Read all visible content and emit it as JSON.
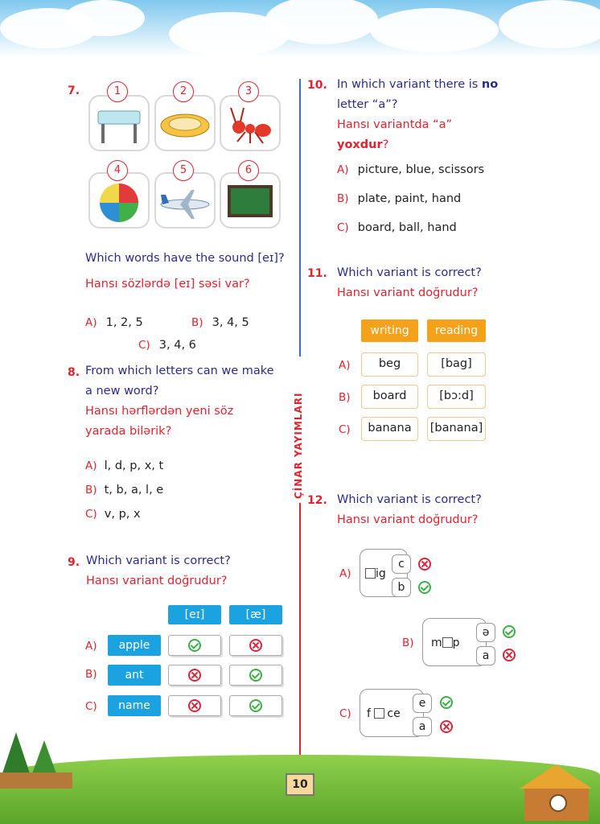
{
  "q7": {
    "number": "7.",
    "pictures": [
      {
        "num": "1",
        "icon": "table-icon"
      },
      {
        "num": "2",
        "icon": "plate-icon"
      },
      {
        "num": "3",
        "icon": "ant-icon"
      },
      {
        "num": "4",
        "icon": "ball-icon"
      },
      {
        "num": "5",
        "icon": "plane-icon"
      },
      {
        "num": "6",
        "icon": "board-icon"
      }
    ],
    "question_en": "Which words have the sound [eɪ]?",
    "question_az": "Hansı sözlərdə [eɪ] səsi var?",
    "options": [
      {
        "letter": "A)",
        "text": "1, 2, 5"
      },
      {
        "letter": "B)",
        "text": "3, 4, 5"
      },
      {
        "letter": "C)",
        "text": "3, 4, 6"
      }
    ]
  },
  "q8": {
    "number": "8.",
    "question_en_1": "From which letters can we make",
    "question_en_2": "a new word?",
    "question_az_1": "Hansı hərflərdən yeni söz",
    "question_az_2": "yarada bilərik?",
    "options": [
      {
        "letter": "A)",
        "text": "l, d, p, x, t"
      },
      {
        "letter": "B)",
        "text": "t, b, a, l, e"
      },
      {
        "letter": "C)",
        "text": "v, p, x"
      }
    ]
  },
  "q9": {
    "number": "9.",
    "question_en": "Which variant is correct?",
    "question_az": "Hansı variant doğrudur?",
    "headers": [
      "[eɪ]",
      "[æ]"
    ],
    "rows": [
      {
        "letter": "A)",
        "word": "apple",
        "marks": [
          "ok",
          "no"
        ]
      },
      {
        "letter": "B)",
        "word": "ant",
        "marks": [
          "no",
          "ok"
        ]
      },
      {
        "letter": "C)",
        "word": "name",
        "marks": [
          "no",
          "ok"
        ]
      }
    ]
  },
  "q10": {
    "number": "10.",
    "question_en_1": "In which variant  there is ",
    "question_en_bold": "no",
    "question_en_2": "letter “a”?",
    "question_az_1": "Hansı variantda “a”",
    "question_az_bold": "yoxdur",
    "question_az_end": "?",
    "options": [
      {
        "letter": "A)",
        "text": "picture, blue, scissors"
      },
      {
        "letter": "B)",
        "text": "plate, paint, hand"
      },
      {
        "letter": "C)",
        "text": "board, ball, hand"
      }
    ]
  },
  "q11": {
    "number": "11.",
    "question_en": "Which variant is correct?",
    "question_az": "Hansı variant doğrudur?",
    "headers": [
      "writing",
      "reading"
    ],
    "rows": [
      {
        "letter": "A)",
        "writing": "beg",
        "reading": "[bag]"
      },
      {
        "letter": "B)",
        "writing": "board",
        "reading": "[bɔ:d]"
      },
      {
        "letter": "C)",
        "writing": "banana",
        "reading": "[banana]"
      }
    ]
  },
  "q12": {
    "number": "12.",
    "question_en": "Which variant is correct?",
    "question_az": "Hansı variant doğrudur?",
    "options": [
      {
        "letter": "A)",
        "word_before": "",
        "word_after": "ig",
        "choices": [
          {
            "l": "c",
            "m": "no"
          },
          {
            "l": "b",
            "m": "ok"
          }
        ]
      },
      {
        "letter": "B)",
        "word_before": "m",
        "word_after": "p",
        "choices": [
          {
            "l": "ə",
            "m": "ok"
          },
          {
            "l": "a",
            "m": "no"
          }
        ]
      },
      {
        "letter": "C)",
        "word_before": "f ",
        "word_after": "ce",
        "choices": [
          {
            "l": "e",
            "m": "ok"
          },
          {
            "l": "a",
            "m": "no"
          }
        ]
      }
    ]
  },
  "brand": "ÇİNAR YAYIMLARI",
  "page_number": "10"
}
